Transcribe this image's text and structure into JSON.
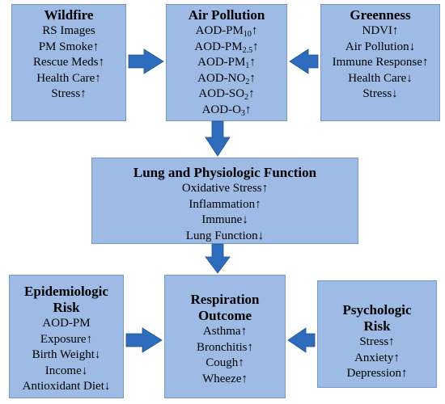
{
  "colors": {
    "box_fill": "#9dbbe4",
    "box_border": "#7a98c4",
    "arrow": "#2e6dbd"
  },
  "boxes": {
    "wildfire": {
      "title": "Wildfire",
      "items": [
        "RS Images",
        "PM Smoke↑",
        "Rescue Meds↑",
        "Health Care↑",
        "Stress↑"
      ]
    },
    "air_pollution": {
      "title": "Air Pollution",
      "items": [
        {
          "base": "AOD-PM",
          "sub": "10",
          "suffix": "↑"
        },
        {
          "base": "AOD-PM",
          "sub": "2.5",
          "suffix": "↑"
        },
        {
          "base": "AOD-PM",
          "sub": "1",
          "suffix": "↑"
        },
        {
          "base": "AOD-NO",
          "sub": "2",
          "suffix": "↑"
        },
        {
          "base": "AOD-SO",
          "sub": "2",
          "suffix": "↑"
        },
        {
          "base": "AOD-O",
          "sub": "3",
          "suffix": "↑"
        }
      ]
    },
    "greenness": {
      "title": "Greenness",
      "items": [
        "NDVI↑",
        "Air Pollution↓",
        "Immune Response↑",
        "Health Care↓",
        "Stress↓"
      ]
    },
    "lung": {
      "title": "Lung and Physiologic Function",
      "items": [
        "Oxidative Stress↑",
        "Inflammation↑",
        "Immune↓",
        "Lung Function↓"
      ]
    },
    "epidemiologic": {
      "title_line1": "Epidemiologic",
      "title_line2": "Risk",
      "items": [
        "AOD-PM",
        "Exposure↑",
        "Birth Weight↓",
        "Income↓",
        "Antioxidant Diet↓"
      ]
    },
    "respiration": {
      "title_line1": "Respiration",
      "title_line2": "Outcome",
      "items": [
        "Asthma↑",
        "Bronchitis↑",
        "Cough↑",
        "Wheeze↑"
      ]
    },
    "psychologic": {
      "title_line1": "Psychologic",
      "title_line2": "Risk",
      "items": [
        "Stress↑",
        "Anxiety↑",
        "Depression↑"
      ]
    }
  }
}
